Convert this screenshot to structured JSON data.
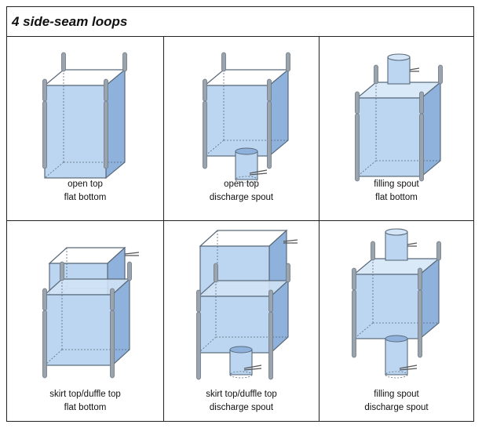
{
  "title": "4 side-seam loops",
  "colors": {
    "bag_front": "#bcd6f2",
    "bag_side": "#8fb2dc",
    "bag_top": "#d4e5f7",
    "outline": "#5a6a7a",
    "loop": "#9aa4ae"
  },
  "cells": [
    {
      "line1": "open top",
      "line2": "flat bottom",
      "variant": "open-top-flat-bottom"
    },
    {
      "line1": "open top",
      "line2": "discharge spout",
      "variant": "open-top-discharge-spout"
    },
    {
      "line1": "filling spout",
      "line2": "flat bottom",
      "variant": "filling-spout-flat-bottom"
    },
    {
      "line1": "skirt top/duffle top",
      "line2": "flat bottom",
      "variant": "skirt-top-flat-bottom"
    },
    {
      "line1": "skirt top/duffle top",
      "line2": "discharge spout",
      "variant": "skirt-top-discharge-spout"
    },
    {
      "line1": "filling spout",
      "line2": "discharge spout",
      "variant": "filling-spout-discharge-spout"
    }
  ]
}
